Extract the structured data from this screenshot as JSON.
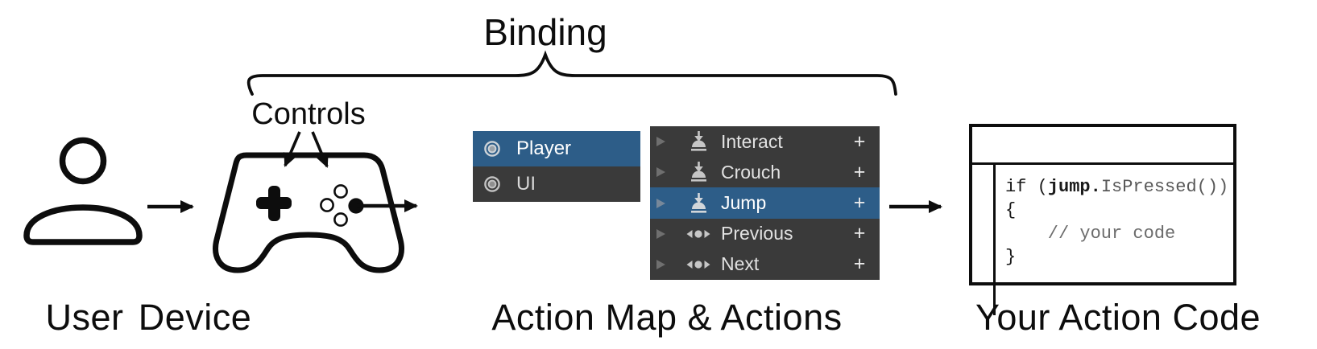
{
  "diagram": {
    "binding_label": "Binding",
    "controls_label": "Controls",
    "stage_labels": {
      "user": "User",
      "device": "Device",
      "action_map": "Action Map & Actions",
      "action_code": "Your Action Code"
    }
  },
  "action_maps_panel": {
    "items": [
      {
        "label": "Player",
        "selected": true
      },
      {
        "label": "UI",
        "selected": false
      }
    ]
  },
  "actions_panel": {
    "add_button_label": "+",
    "items": [
      {
        "label": "Interact",
        "control_type": "button",
        "selected": false
      },
      {
        "label": "Crouch",
        "control_type": "button",
        "selected": false
      },
      {
        "label": "Jump",
        "control_type": "button",
        "selected": true
      },
      {
        "label": "Previous",
        "control_type": "axis",
        "selected": false
      },
      {
        "label": "Next",
        "control_type": "axis",
        "selected": false
      }
    ]
  },
  "code_window": {
    "line1_keyword": "if (",
    "line1_action_ref": "jump.",
    "line1_method": "IsPressed())",
    "line2": "{",
    "line3": "// your code",
    "line4": "}"
  },
  "colors": {
    "selection_blue": "#2d5d88",
    "panel_dark": "#3a3a3a",
    "member_gray": "#595959",
    "comment_gray": "#6b6b6b",
    "stroke_black": "#0d0d0d",
    "icon_light_gray": "#c6c6c6",
    "triangle_gray": "#6f6f6f"
  }
}
